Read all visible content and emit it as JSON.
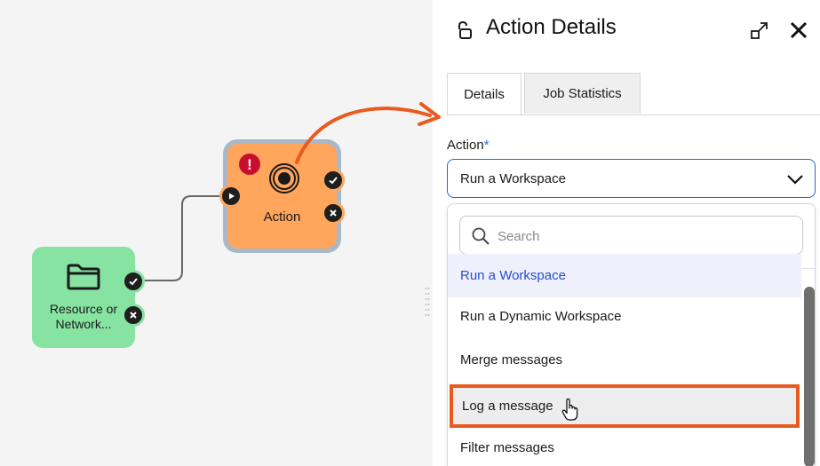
{
  "canvas": {
    "resource_node": {
      "label_line1": "Resource or",
      "label_line2": "Network...",
      "color": "#86e3a2"
    },
    "action_node": {
      "label": "Action",
      "color": "#ffa55c",
      "warning_symbol": "!"
    }
  },
  "panel": {
    "title": "Action Details",
    "tabs": [
      {
        "label": "Details",
        "active": true
      },
      {
        "label": "Job Statistics",
        "active": false
      }
    ],
    "action_field": {
      "label": "Action",
      "required_mark": "*",
      "value": "Run a Workspace"
    },
    "dropdown": {
      "search_placeholder": "Search",
      "options": [
        {
          "label": "Run a Workspace",
          "state": "selected"
        },
        {
          "label": "Run a Dynamic Workspace",
          "state": "normal"
        },
        {
          "label": "Merge messages",
          "state": "normal"
        },
        {
          "label": "Log a message",
          "state": "hovered"
        },
        {
          "label": "Filter messages",
          "state": "normal"
        }
      ]
    }
  },
  "colors": {
    "accent_blue": "#2566d0",
    "highlight_orange": "#ea5a1e",
    "warning_red": "#c8102e"
  }
}
